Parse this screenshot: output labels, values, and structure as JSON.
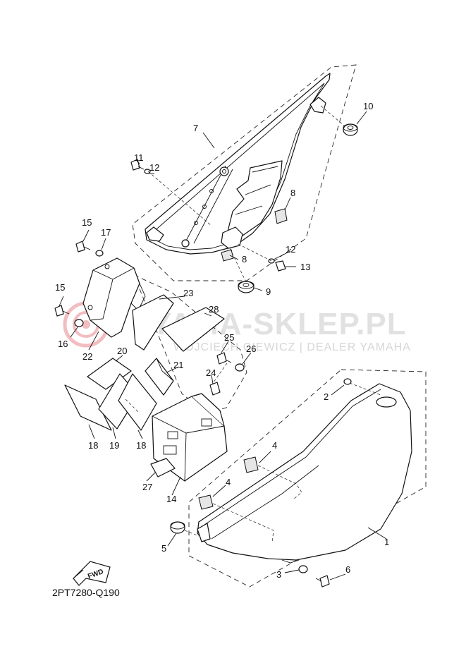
{
  "diagram": {
    "drawing_code": "2PT7280-Q190",
    "fwd_mark": "FWD",
    "watermark": {
      "title": "YAMA-SKLEP.PL",
      "subtitle": "WOJCIECH CIEWICZ | DEALER YAMAHA",
      "color": "#d9434a"
    },
    "callouts": [
      {
        "id": "c1",
        "text": "1"
      },
      {
        "id": "c2",
        "text": "2"
      },
      {
        "id": "c3",
        "text": "3"
      },
      {
        "id": "c4a",
        "text": "4"
      },
      {
        "id": "c4b",
        "text": "4"
      },
      {
        "id": "c5",
        "text": "5"
      },
      {
        "id": "c6",
        "text": "6"
      },
      {
        "id": "c7",
        "text": "7"
      },
      {
        "id": "c8a",
        "text": "8"
      },
      {
        "id": "c8b",
        "text": "8"
      },
      {
        "id": "c9",
        "text": "9"
      },
      {
        "id": "c10",
        "text": "10"
      },
      {
        "id": "c11",
        "text": "11"
      },
      {
        "id": "c12a",
        "text": "12"
      },
      {
        "id": "c12b",
        "text": "12"
      },
      {
        "id": "c13",
        "text": "13"
      },
      {
        "id": "c14",
        "text": "14"
      },
      {
        "id": "c15a",
        "text": "15"
      },
      {
        "id": "c15b",
        "text": "15"
      },
      {
        "id": "c16",
        "text": "16"
      },
      {
        "id": "c17",
        "text": "17"
      },
      {
        "id": "c18a",
        "text": "18"
      },
      {
        "id": "c18b",
        "text": "18"
      },
      {
        "id": "c19",
        "text": "19"
      },
      {
        "id": "c20",
        "text": "20"
      },
      {
        "id": "c21",
        "text": "21"
      },
      {
        "id": "c22",
        "text": "22"
      },
      {
        "id": "c23",
        "text": "23"
      },
      {
        "id": "c24",
        "text": "24"
      },
      {
        "id": "c25",
        "text": "25"
      },
      {
        "id": "c26",
        "text": "26"
      },
      {
        "id": "c27",
        "text": "27"
      },
      {
        "id": "c28",
        "text": "28"
      }
    ]
  }
}
